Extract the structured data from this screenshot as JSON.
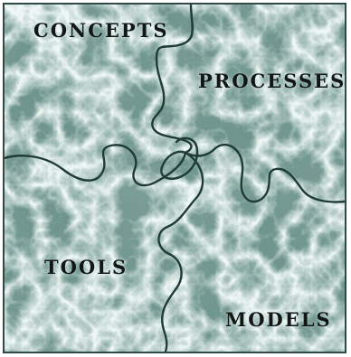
{
  "puzzle": {
    "pieces": [
      {
        "label": "CONCEPTS"
      },
      {
        "label": "PROCESSES"
      },
      {
        "label": "TOOLS"
      },
      {
        "label": "MODELS"
      }
    ]
  },
  "colors": {
    "marble_base": "#6f958e",
    "marble_dark": "#4a6e67",
    "marble_light": "#d9ece8",
    "outline": "#1f3b36",
    "label_text": "#121716"
  }
}
